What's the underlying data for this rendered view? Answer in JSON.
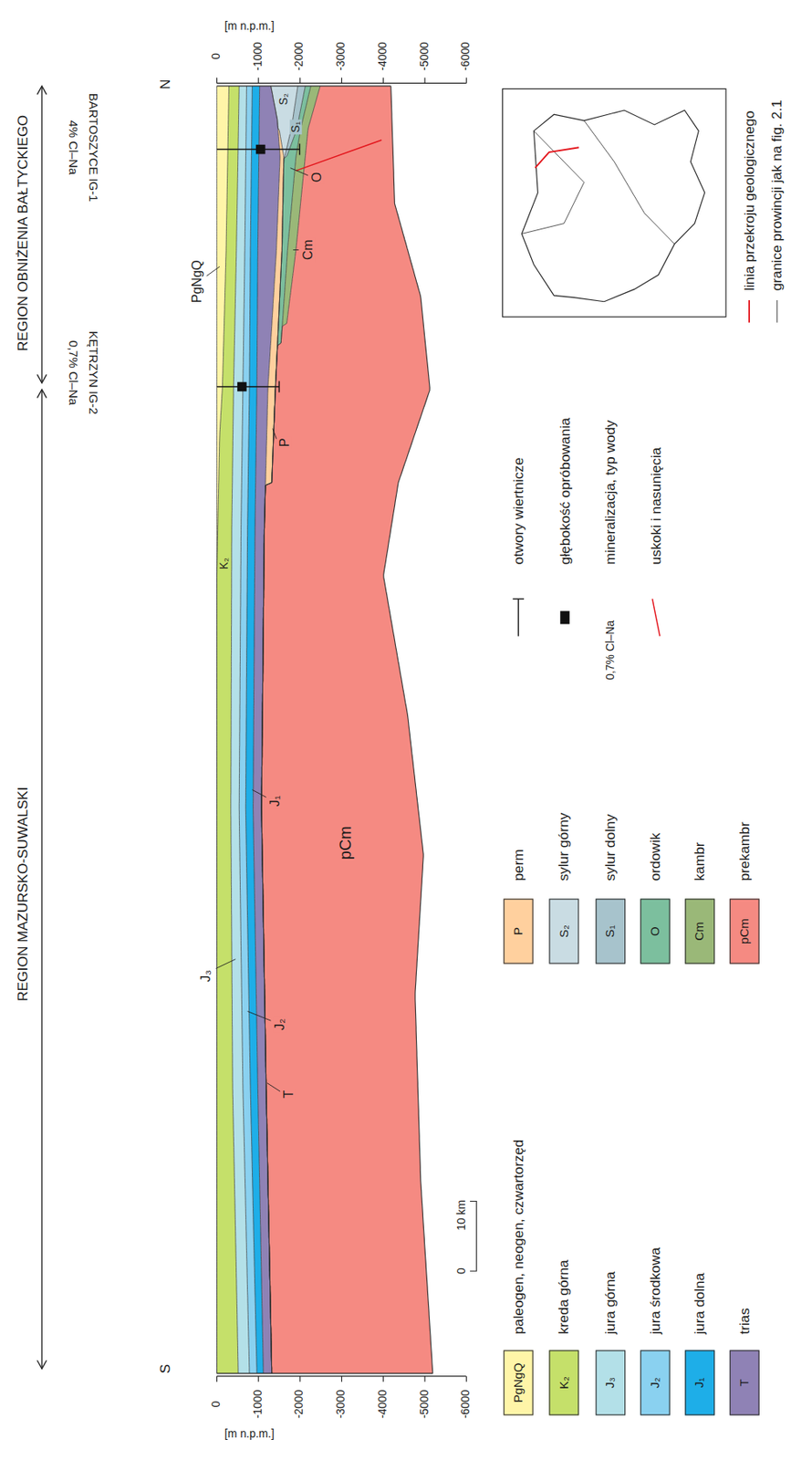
{
  "diagram": {
    "labels": [
      "REGION MAZURSKO-SUWALSKI",
      "REGION OBNIŻENIA BAŁTYCKIEGO",
      "S",
      "N",
      "[m n.p.m.]",
      "[m n.p.m.]",
      "0",
      "-1000",
      "-2000",
      "-3000",
      "-4000",
      "-5000",
      "-6000",
      "0",
      "-1000",
      "-2000",
      "-3000",
      "-4000",
      "-5000",
      "-6000",
      "KĘTRZYN IG-2",
      "0,7% Cl–Na",
      "BARTOSZYCE IG-1",
      "4% Cl–Na",
      "PgNgQ",
      "K₂",
      "J₃",
      "J₁",
      "J₂",
      "T",
      "pCm",
      "P",
      "Cm",
      "O",
      "S₁",
      "S₂",
      "0",
      "10 km",
      "PgNgQ",
      "K₂",
      "J₃",
      "J₂",
      "J₁",
      "T",
      "P",
      "S₂",
      "S₁",
      "O",
      "Cm",
      "pCm",
      "0,7% Cl–Na"
    ],
    "legend": [
      {
        "text": "paleogen, neogen, czwartorzęd",
        "color": "#fff5a8"
      },
      {
        "text": "kreda górna",
        "color": "#c5e06a"
      },
      {
        "text": "jura górna",
        "color": "#b3e0e8"
      },
      {
        "text": "jura środkowa",
        "color": "#8ad1f0"
      },
      {
        "text": "jura dolna",
        "color": "#1eaee8"
      },
      {
        "text": "trias",
        "color": "#8f82b5"
      },
      {
        "text": "perm",
        "color": "#ffd09e"
      },
      {
        "text": "sylur górny",
        "color": "#c9dce3"
      },
      {
        "text": "sylur dolny",
        "color": "#a7c3cc"
      },
      {
        "text": "ordowik",
        "color": "#7cbf9e"
      },
      {
        "text": "kambr",
        "color": "#9ab878"
      },
      {
        "text": "prekambr",
        "color": "#f58a82"
      },
      {
        "text": "otwory wiertnicze"
      },
      {
        "text": "głębokość opróbowania"
      },
      {
        "text": "mineralizacja, typ wody"
      },
      {
        "text": "uskoki i nasunięcia"
      },
      {
        "text": "linia przekroju geologicznego"
      },
      {
        "text": "granice prowincji jak na fig. 2.1"
      }
    ]
  }
}
